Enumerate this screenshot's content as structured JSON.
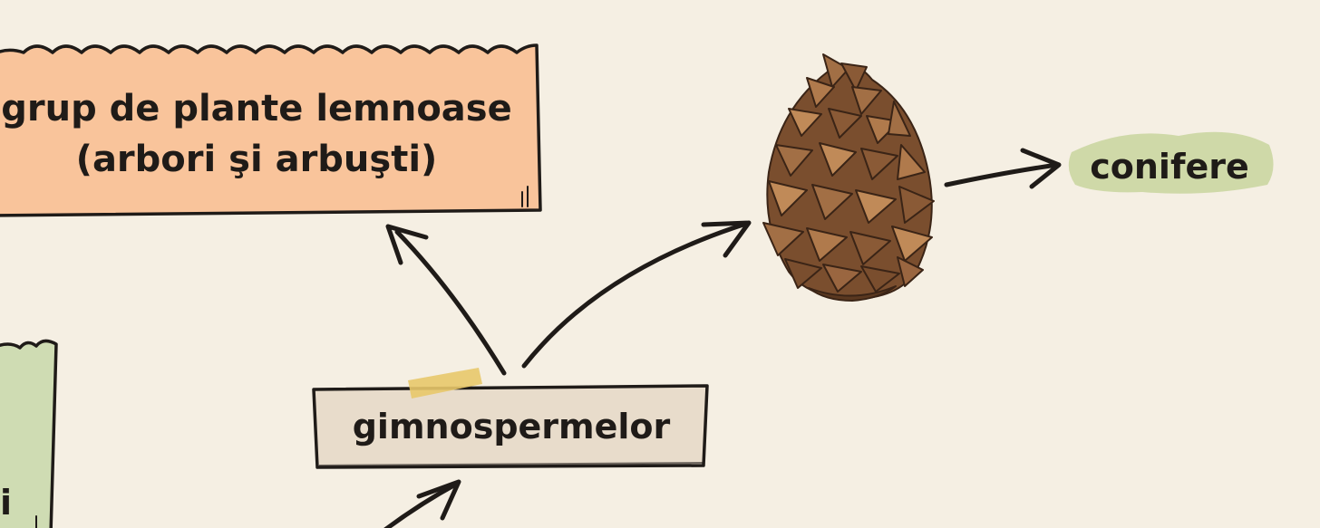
{
  "nodes": {
    "main": {
      "line1": "grup de plante lemnoase",
      "line2": "(arbori şi arbuşti)"
    },
    "center": {
      "label": "gimnospermelor"
    },
    "result": {
      "label": "conifere"
    },
    "left_partial": {
      "label": "i"
    }
  },
  "icons": {
    "cone": "pine-cone-icon",
    "tape": "tape-icon"
  },
  "colors": {
    "background": "#f5efe3",
    "main_box": "#f9c49b",
    "center_box": "#e8dccb",
    "left_box": "#cfdcb3",
    "highlight": "#c8d59d",
    "tape": "#e8c86a",
    "ink": "#1f1b18"
  }
}
